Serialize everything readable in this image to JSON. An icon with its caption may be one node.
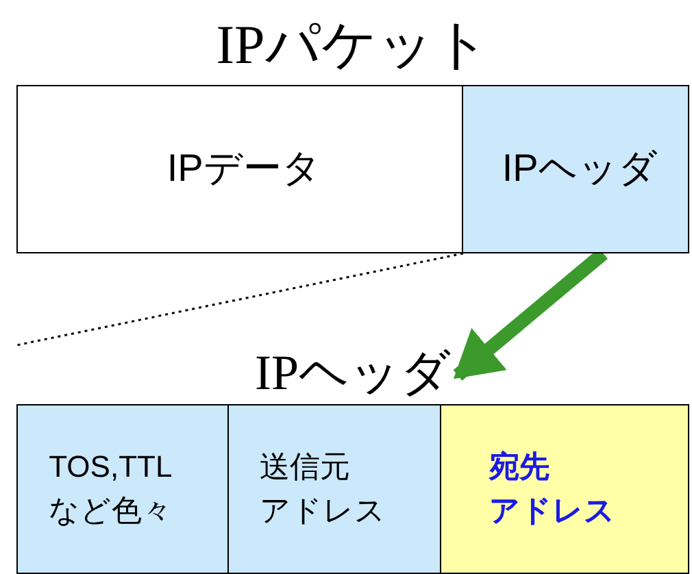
{
  "diagram": {
    "nodes": [
      {
        "text": [
          "IPパケット"
        ]
      },
      {
        "text": [
          "IPデータ"
        ],
        "in": 0
      },
      {
        "text": [
          "IPヘッダ"
        ],
        "in": 0
      },
      {
        "text": [
          "IPヘッダ"
        ]
      },
      {
        "text": [
          "TOS,TTL など色々"
        ],
        "in": 3
      },
      {
        "text": [
          "送信元アドレス"
        ],
        "in": 3
      },
      {
        "text": [
          "宛先アドレス"
        ],
        "in": 3
      }
    ],
    "edges": [
      {
        "from": 2,
        "to": 3,
        "arrow": "to",
        "style": "thick",
        "color": "#3c9a2c"
      },
      {
        "from": 2,
        "to": 3,
        "arrow": "none",
        "style": "dashed",
        "color": "#000000"
      }
    ]
  }
}
